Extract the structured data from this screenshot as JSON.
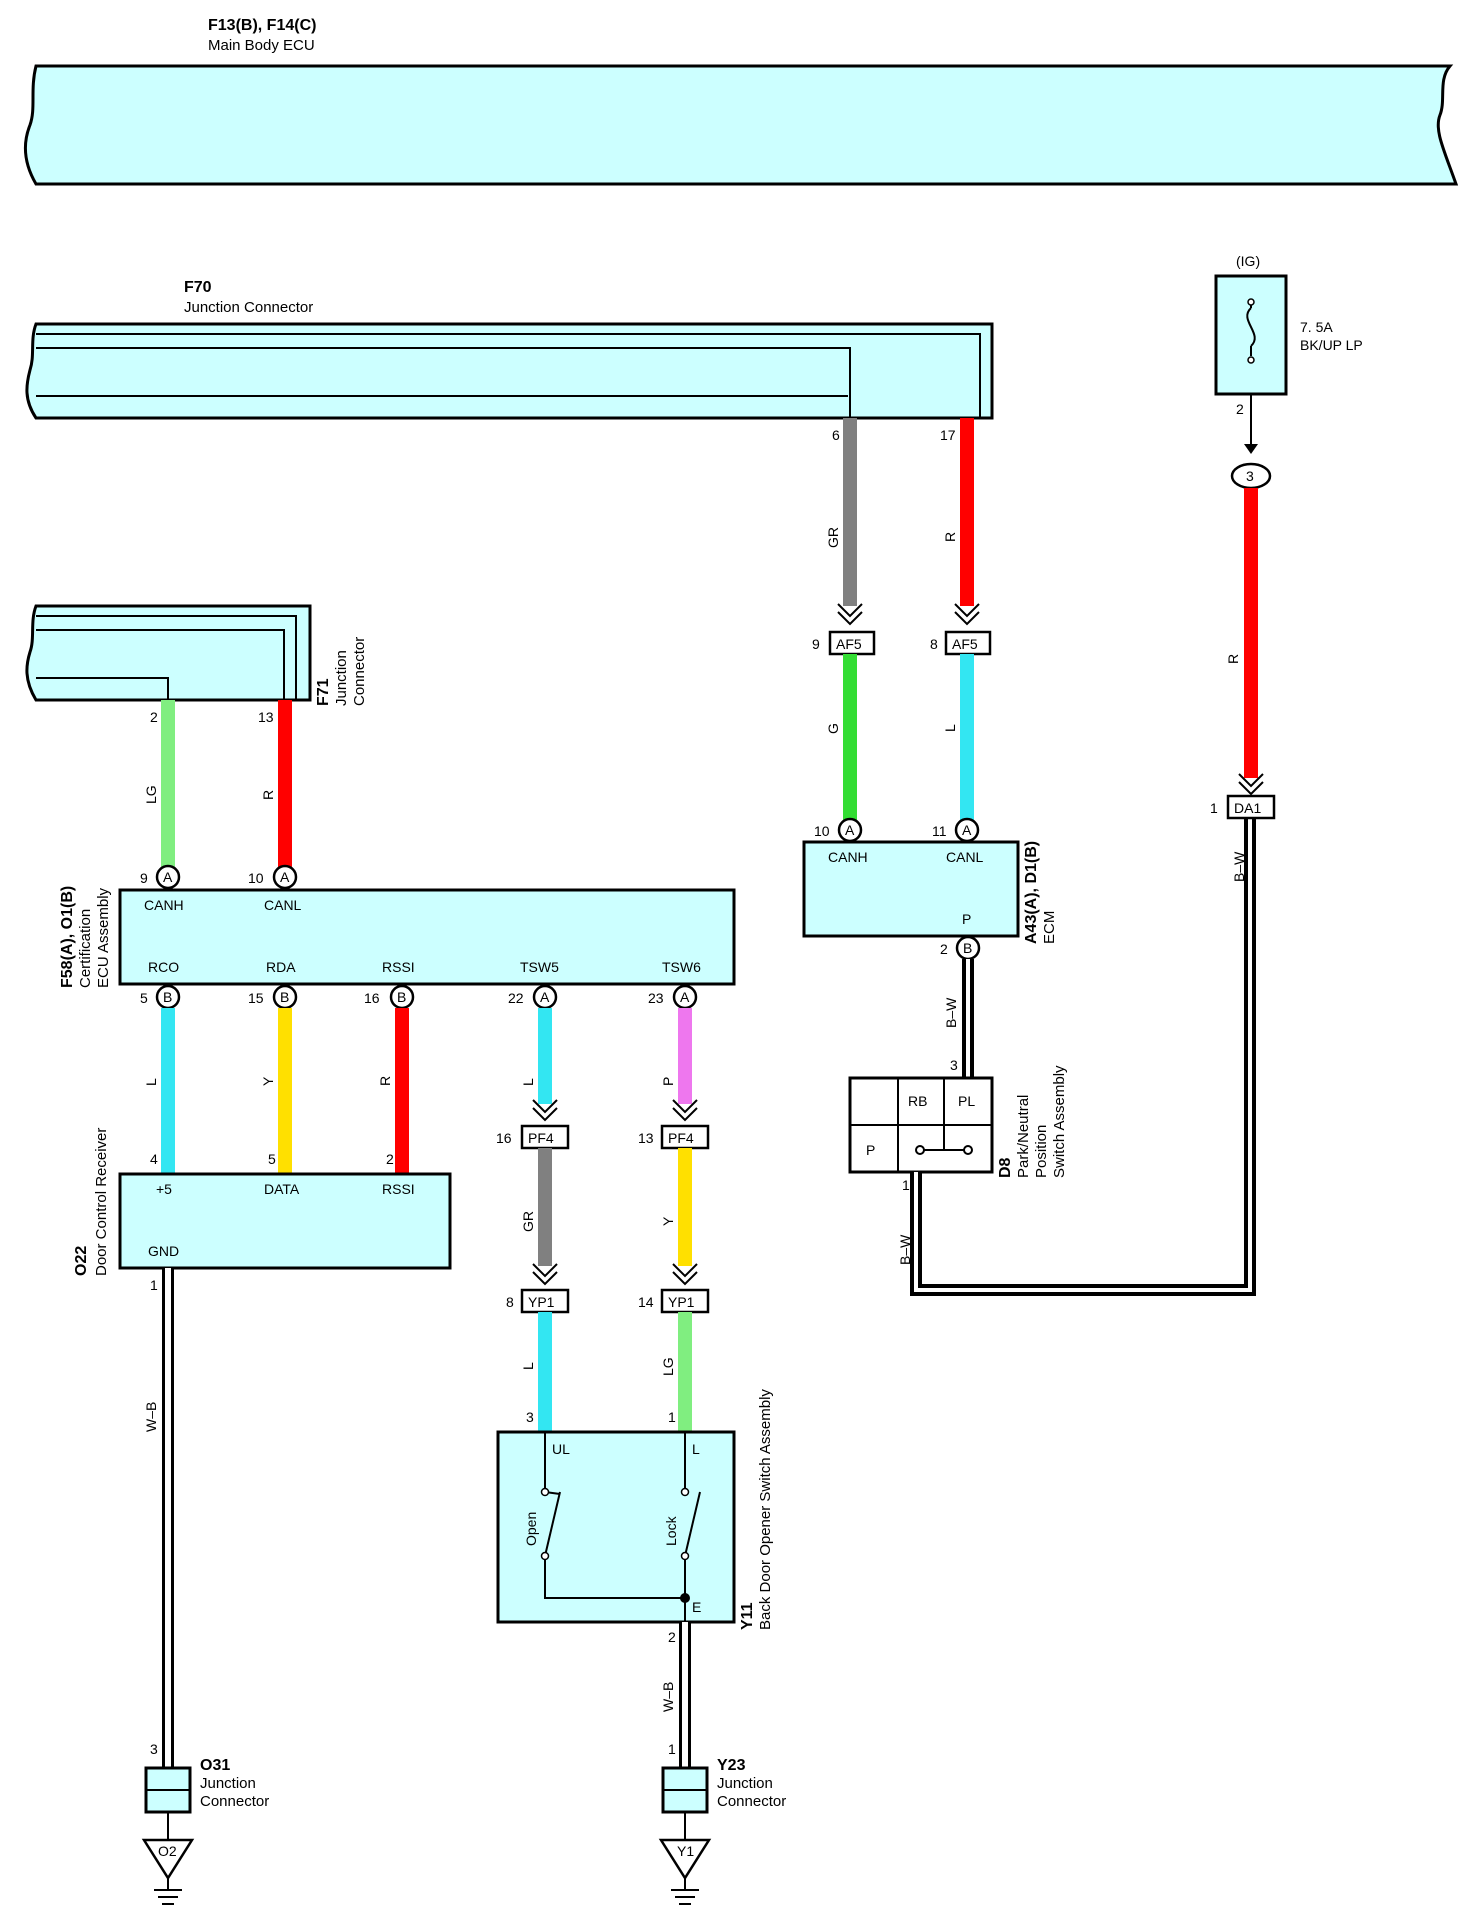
{
  "components": {
    "main_ecu": {
      "code": "F13(B), F14(C)",
      "name": "Main Body ECU"
    },
    "f70": {
      "code": "F70",
      "name": "Junction Connector"
    },
    "f71": {
      "code": "F71",
      "name": "Junction",
      "name2": "Connector"
    },
    "ig_fuse": {
      "label": "(IG)",
      "rating": "7. 5A",
      "name": "BK/UP LP",
      "pin": "2",
      "junction": "3"
    },
    "cert_ecu": {
      "code": "F58(A), O1(B)",
      "name1": "Certification",
      "name2": "ECU Assembly",
      "pins_top": [
        "CANH",
        "CANL"
      ],
      "pins_bottom": [
        "RCO",
        "RDA",
        "RSSI",
        "TSW5",
        "TSW6"
      ]
    },
    "ecm": {
      "code": "A43(A), D1(B)",
      "name": "ECM",
      "pins": [
        "CANH",
        "CANL",
        "P"
      ]
    },
    "pnp": {
      "code": "D8",
      "name1": "Park/Neutral",
      "name2": "Position",
      "name3": "Switch Assembly",
      "cells": [
        "RB",
        "PL",
        "P"
      ]
    },
    "door_rx": {
      "code": "O22",
      "name": "Door Control Receiver",
      "pins": [
        "+5",
        "DATA",
        "RSSI",
        "GND"
      ]
    },
    "back_door": {
      "code": "Y11",
      "name": "Back Door Opener Switch Assembly",
      "pins": [
        "UL",
        "L",
        "E"
      ],
      "switches": [
        "Open",
        "Lock"
      ]
    },
    "o31": {
      "code": "O31",
      "name1": "Junction",
      "name2": "Connector",
      "ground": "O2"
    },
    "y23": {
      "code": "Y23",
      "name1": "Junction",
      "name2": "Connector",
      "ground": "Y1"
    }
  },
  "connectors": {
    "af5": "AF5",
    "pf4": "PF4",
    "yp1": "YP1",
    "da1": "DA1",
    "a": "A",
    "b": "B"
  },
  "wires": {
    "gr": "GR",
    "r": "R",
    "g": "G",
    "l": "L",
    "lg": "LG",
    "y": "Y",
    "p": "P",
    "bw": "B–W",
    "wb": "W–B"
  },
  "pin_numbers": {
    "f70_6": "6",
    "f70_17": "17",
    "af5_9": "9",
    "af5_8": "8",
    "ecm_10": "10",
    "ecm_11": "11",
    "ecm_2": "2",
    "pnp_3": "3",
    "pnp_1": "1",
    "da1_1": "1",
    "fuse_2": "2",
    "f71_2": "2",
    "f71_13": "13",
    "cert_9": "9",
    "cert_10": "10",
    "cert_5": "5",
    "cert_15": "15",
    "cert_16": "16",
    "cert_22": "22",
    "cert_23": "23",
    "rx_4": "4",
    "rx_5": "5",
    "rx_2": "2",
    "rx_1": "1",
    "pf4_16": "16",
    "pf4_13": "13",
    "yp1_8": "8",
    "yp1_14": "14",
    "bd_3": "3",
    "bd_1": "1",
    "bd_2": "2",
    "o31_3": "3",
    "y23_1": "1"
  },
  "colors": {
    "box_fill": "#ccffff",
    "red": "#ff0000",
    "gray": "#808080",
    "green": "#33dd33",
    "light_blue": "#33e6f2",
    "light_green": "#80ee80",
    "yellow": "#ffe000",
    "pink": "#ee77ee"
  }
}
